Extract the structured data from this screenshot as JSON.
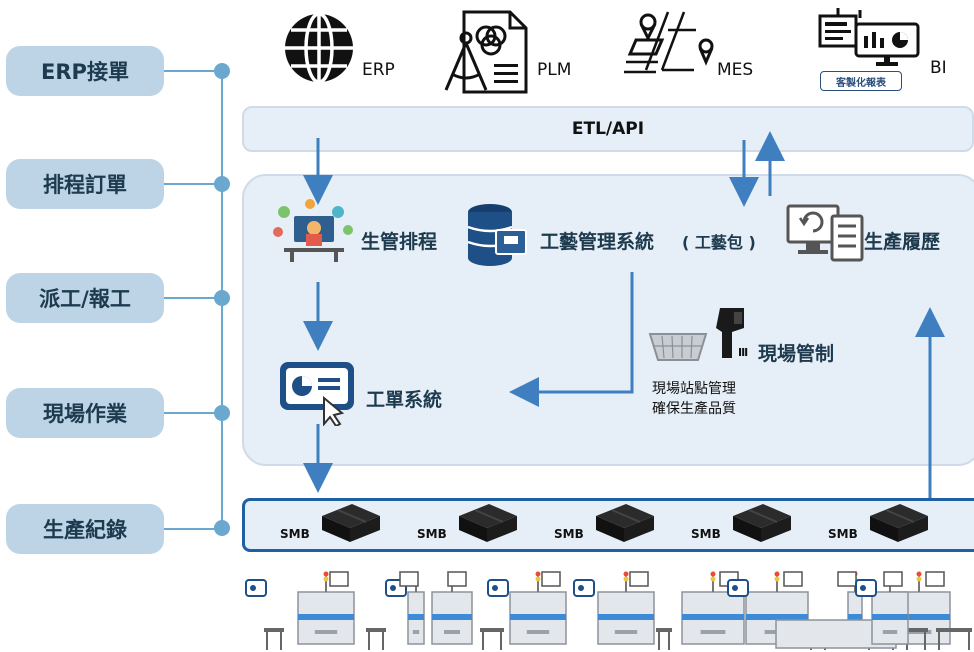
{
  "steps": [
    "ERP接單",
    "排程訂單",
    "派工/報工",
    "現場作業",
    "生產紀錄"
  ],
  "systems": {
    "erp": "ERP",
    "plm": "PLM",
    "mes": "MES",
    "bi": "BI",
    "bi_badge": "客製化報表"
  },
  "etl_api": "ETL/API",
  "modules": {
    "scheduling": "生管排程",
    "process_mgmt": "工藝管理系統",
    "process_pack": "( 工藝包 )",
    "history": "生產履歷",
    "floor_control": "現場管制",
    "floor_control_prefix": "III",
    "work_order": "工單系統"
  },
  "floor_notes": [
    "現場站點管理",
    "確保生產品質"
  ],
  "smb_label": "SMB",
  "smb_count": 5,
  "colors": {
    "accent": "#3f7fc0",
    "step_bg": "#bcd4e6",
    "panel_bg": "#e6eff7",
    "dark_panel": "#1f5fa3"
  }
}
